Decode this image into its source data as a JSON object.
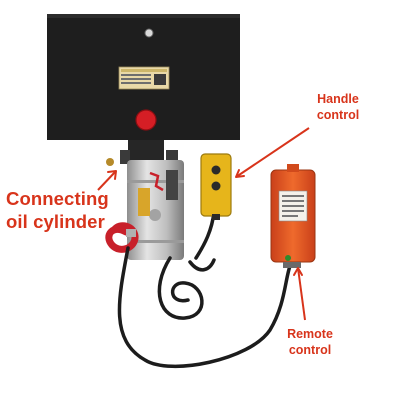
{
  "image": {
    "description_labels": {
      "connecting": {
        "line1": "Connecting",
        "line2": "oil cylinder"
      },
      "handle": {
        "line1": "Handle",
        "line2": "control"
      },
      "remote": {
        "line1": "Remote",
        "line2": "control"
      }
    },
    "colors": {
      "label_red": "#d8341b",
      "tank_black": "#1e1e1e",
      "remote_orange": "#e8541f",
      "handle_yellow": "#e6b51b",
      "hose_red": "#c8202a",
      "motor_silver": "#c9c9c9"
    }
  }
}
